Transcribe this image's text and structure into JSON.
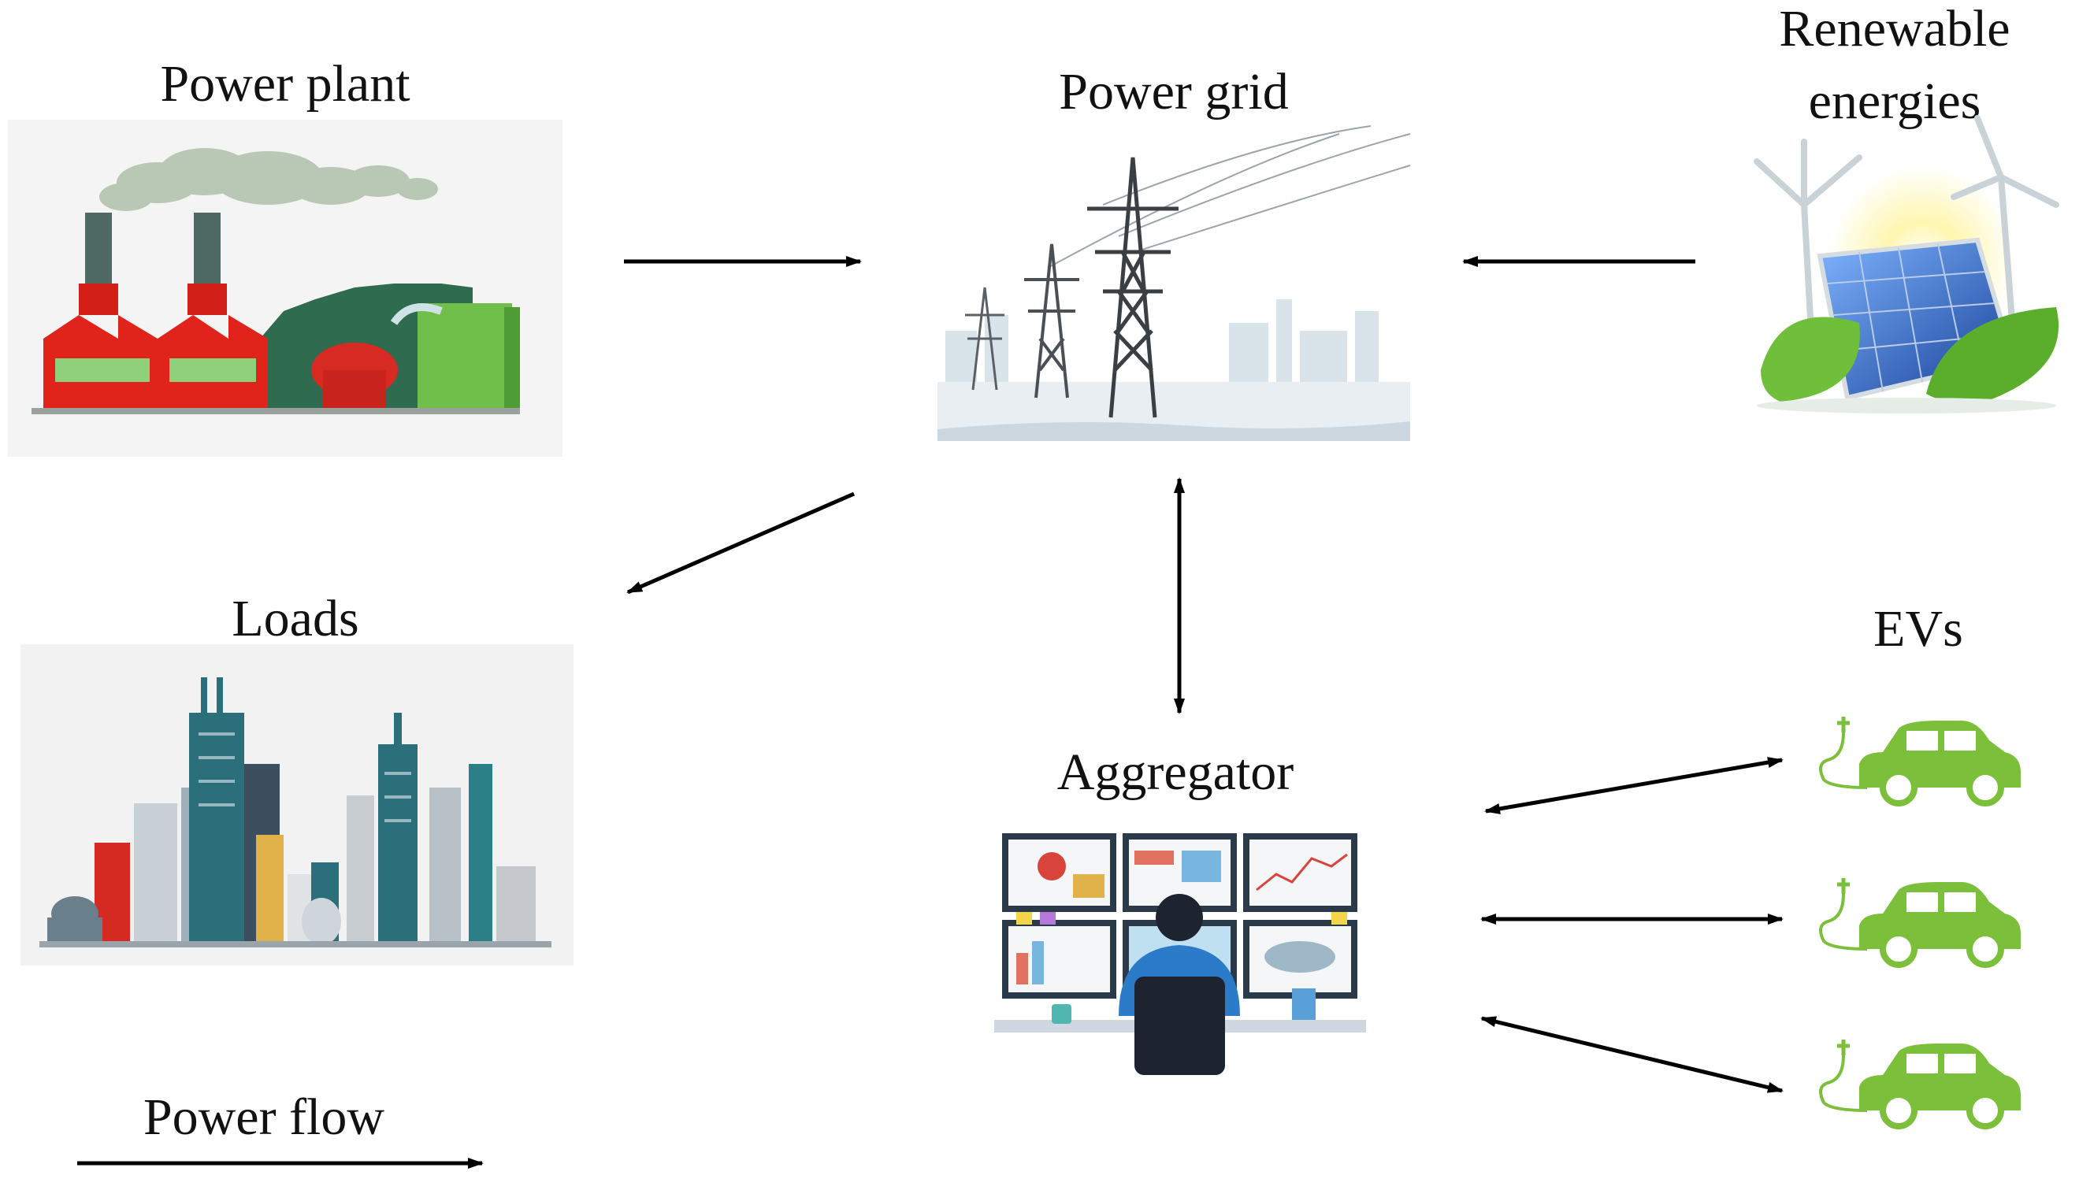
{
  "nodes": {
    "power_plant": {
      "label": "Power plant",
      "icon": "factory-icon"
    },
    "power_grid": {
      "label": "Power grid",
      "icon": "transmission-tower-icon"
    },
    "renewables": {
      "label_line1": "Renewable",
      "label_line2": "energies",
      "icon": "solar-wind-icon"
    },
    "loads": {
      "label": "Loads",
      "icon": "city-skyline-icon"
    },
    "aggregator": {
      "label": "Aggregator",
      "icon": "control-room-icon"
    },
    "evs": {
      "label": "EVs",
      "icon": "electric-car-icon"
    }
  },
  "legend": {
    "label": "Power flow"
  },
  "colors": {
    "arrow": "#000000",
    "factory_red": "#e0241b",
    "factory_green": "#2f6b4f",
    "factory_light_green": "#6fbf4a",
    "smoke": "#b9c7b5",
    "grid_bg": "#e9eef2",
    "city_teal": "#2b6f7a",
    "ev_green": "#7bbf3a",
    "panel_blue": "#1e4fa8"
  }
}
